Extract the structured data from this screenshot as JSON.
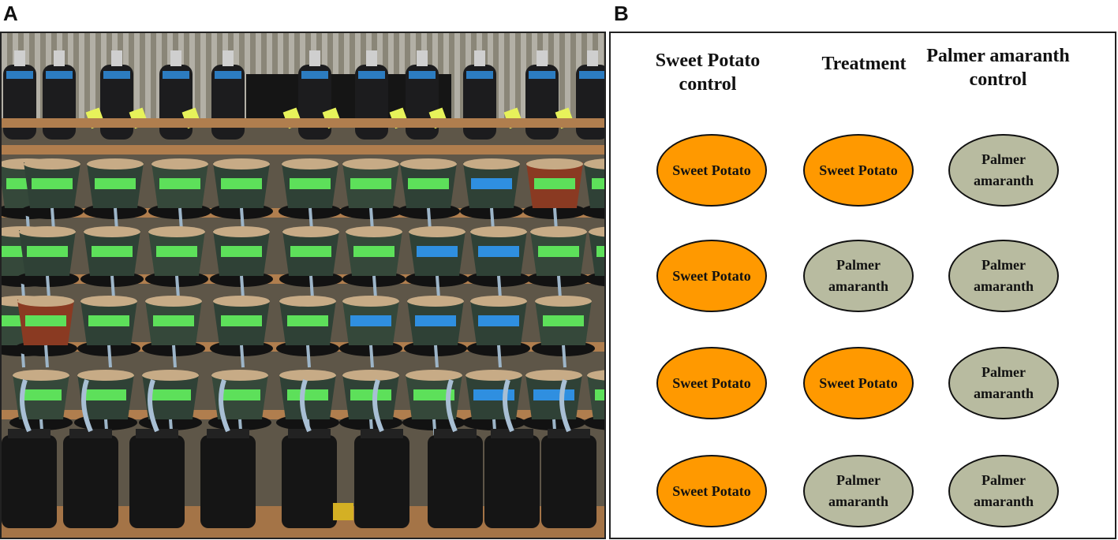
{
  "panels": {
    "a_label": "A",
    "b_label": "B"
  },
  "diagram": {
    "columns": [
      {
        "header": "Sweet Potato control"
      },
      {
        "header": "Treatment"
      },
      {
        "header": "Palmer amaranth control"
      }
    ],
    "grid": [
      [
        "Sweet Potato",
        "Sweet Potato",
        "Palmer amaranth"
      ],
      [
        "Sweet Potato",
        "Palmer amaranth",
        "Palmer amaranth"
      ],
      [
        "Sweet Potato",
        "Sweet Potato",
        "Palmer amaranth"
      ],
      [
        "Sweet Potato",
        "Palmer amaranth",
        "Palmer amaranth"
      ]
    ]
  },
  "colors": {
    "sweet_potato_fill": "#ff9900",
    "palmer_amaranth_fill": "#b8bba0",
    "tape_green": "#5de05a",
    "tape_blue": "#2f8fe0"
  }
}
